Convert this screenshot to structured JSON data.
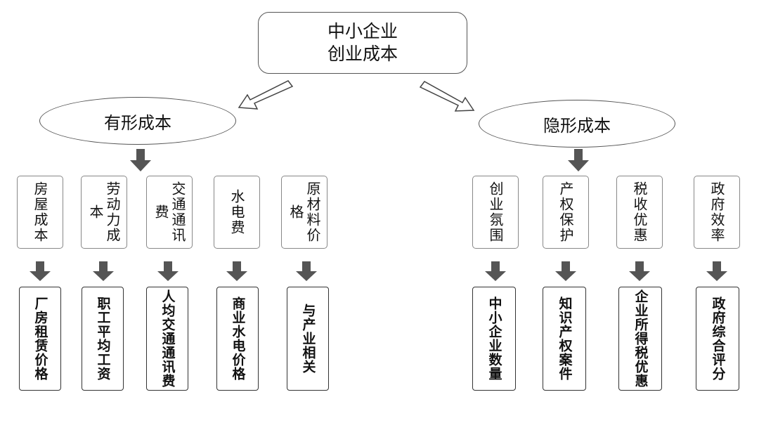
{
  "root": {
    "line1": "中小企业",
    "line2": "创业成本"
  },
  "categories": [
    {
      "label": "有形成本"
    },
    {
      "label": "隐形成本"
    }
  ],
  "tangible": {
    "factors": [
      "房屋成本",
      "劳动力成本",
      "交通通讯费",
      "水电费",
      "原材料价格"
    ],
    "indicators": [
      "厂房租赁价格",
      "职工平均工资",
      "人均交通通讯费",
      "商业水电价格",
      "与产业相关"
    ]
  },
  "intangible": {
    "factors": [
      "创业氛围",
      "产权保护",
      "税收优惠",
      "政府效率"
    ],
    "indicators": [
      "中小企业数量",
      "知识产权案件",
      "企业所得税优惠",
      "政府综合评分"
    ]
  }
}
